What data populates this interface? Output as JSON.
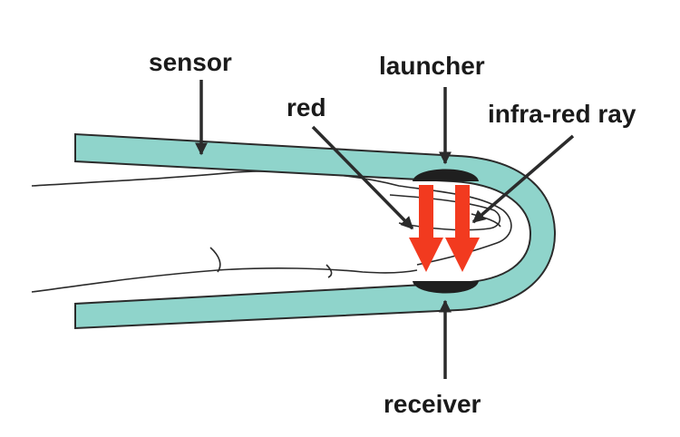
{
  "labels": {
    "sensor": "sensor",
    "launcher": "launcher",
    "red": "red",
    "infrared": "infra-red ray",
    "receiver": "receiver"
  },
  "colors": {
    "clip_fill": "#8fd4cb",
    "outline": "#2b2b2b",
    "ray": "#f23a1f",
    "pad": "#1f1f1f",
    "text": "#1a1a1a"
  }
}
